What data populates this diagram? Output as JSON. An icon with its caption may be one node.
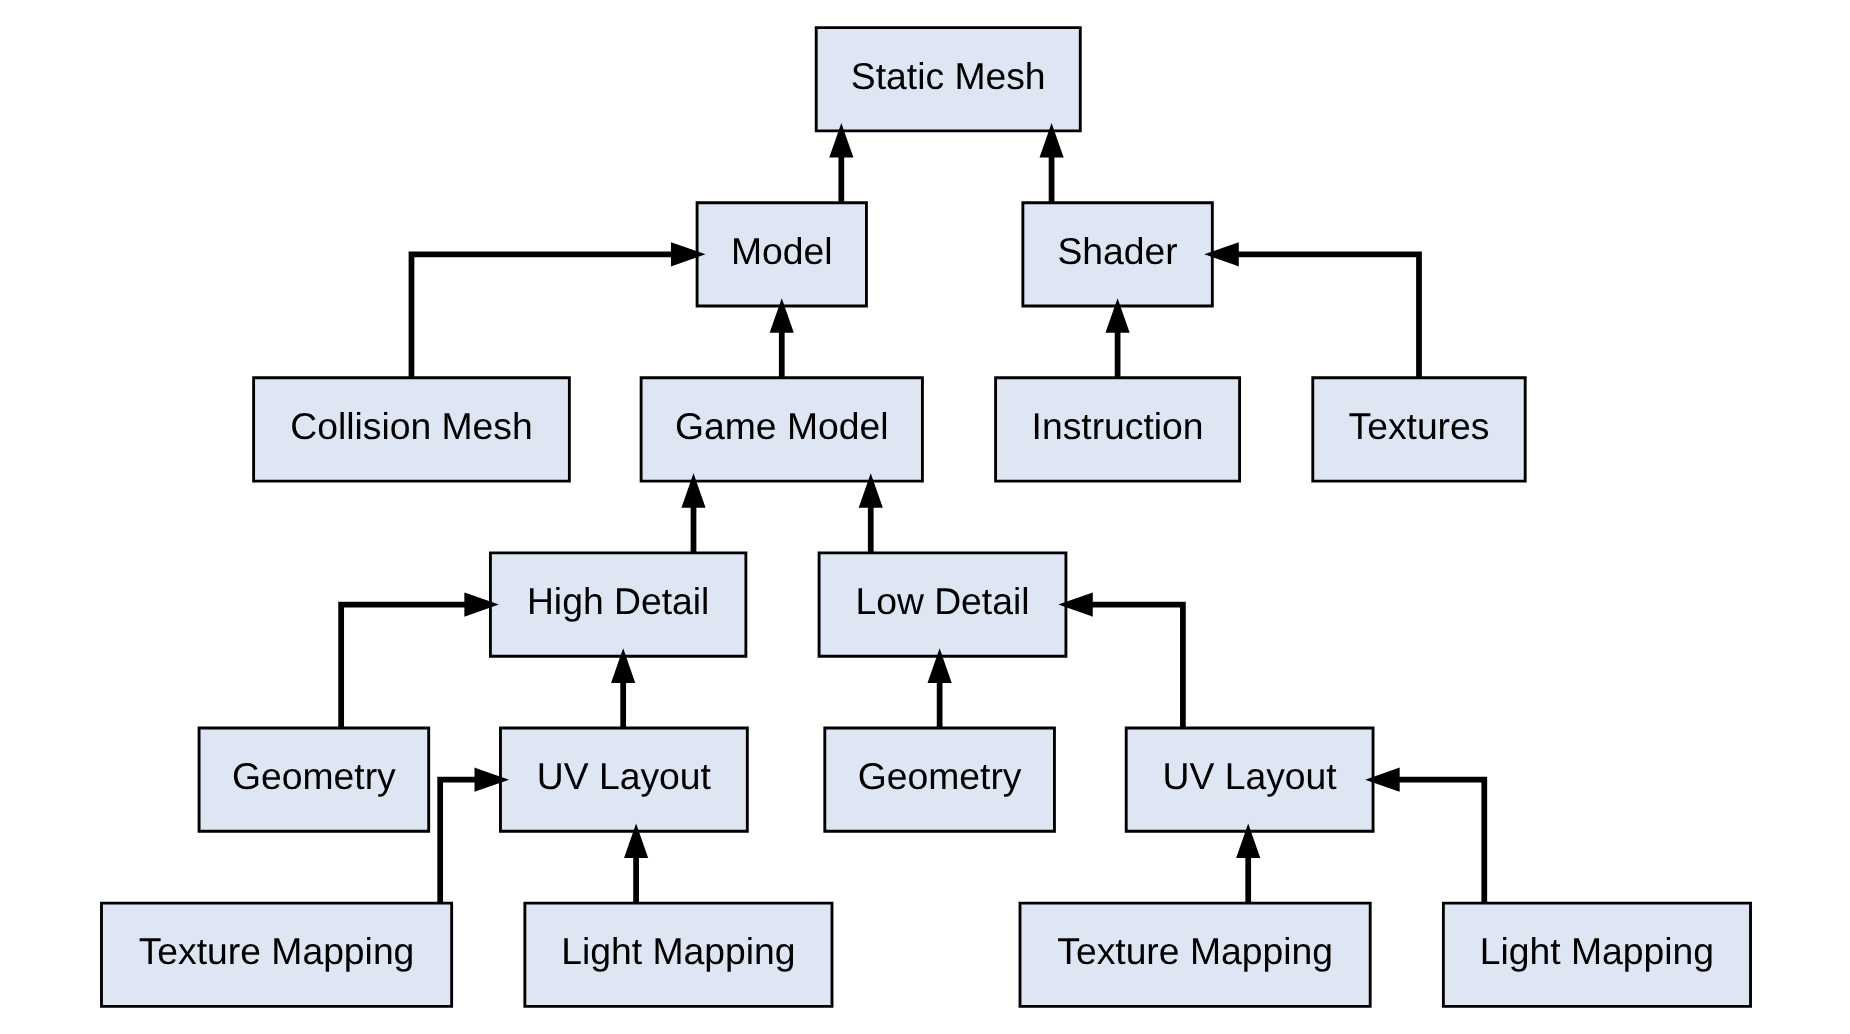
{
  "diagram": {
    "nodes": [
      {
        "text": [
          "Static Mesh"
        ]
      },
      {
        "text": [
          "Model"
        ]
      },
      {
        "text": [
          "Shader"
        ]
      },
      {
        "text": [
          "Collision Mesh"
        ]
      },
      {
        "text": [
          "Game Model"
        ]
      },
      {
        "text": [
          "Instruction"
        ]
      },
      {
        "text": [
          "Textures"
        ]
      },
      {
        "text": [
          "High Detail"
        ]
      },
      {
        "text": [
          "Low Detail"
        ]
      },
      {
        "text": [
          "Geometry"
        ]
      },
      {
        "text": [
          "UV Layout"
        ]
      },
      {
        "text": [
          "Geometry"
        ]
      },
      {
        "text": [
          "UV Layout"
        ]
      },
      {
        "text": [
          "Texture Mapping"
        ]
      },
      {
        "text": [
          "Light Mapping"
        ]
      },
      {
        "text": [
          "Texture Mapping"
        ]
      },
      {
        "text": [
          "Light Mapping"
        ]
      }
    ],
    "edges": [
      {
        "from": 1,
        "to": 0,
        "arrow": "to"
      },
      {
        "from": 2,
        "to": 0,
        "arrow": "to"
      },
      {
        "from": 3,
        "to": 1,
        "arrow": "to"
      },
      {
        "from": 4,
        "to": 1,
        "arrow": "to"
      },
      {
        "from": 5,
        "to": 2,
        "arrow": "to"
      },
      {
        "from": 6,
        "to": 2,
        "arrow": "to"
      },
      {
        "from": 7,
        "to": 4,
        "arrow": "to"
      },
      {
        "from": 8,
        "to": 4,
        "arrow": "to"
      },
      {
        "from": 9,
        "to": 7,
        "arrow": "to"
      },
      {
        "from": 10,
        "to": 7,
        "arrow": "to"
      },
      {
        "from": 11,
        "to": 8,
        "arrow": "to"
      },
      {
        "from": 12,
        "to": 8,
        "arrow": "to"
      },
      {
        "from": 13,
        "to": 10,
        "arrow": "to"
      },
      {
        "from": 14,
        "to": 10,
        "arrow": "to"
      },
      {
        "from": 15,
        "to": 12,
        "arrow": "to"
      },
      {
        "from": 16,
        "to": 12,
        "arrow": "to"
      }
    ]
  }
}
